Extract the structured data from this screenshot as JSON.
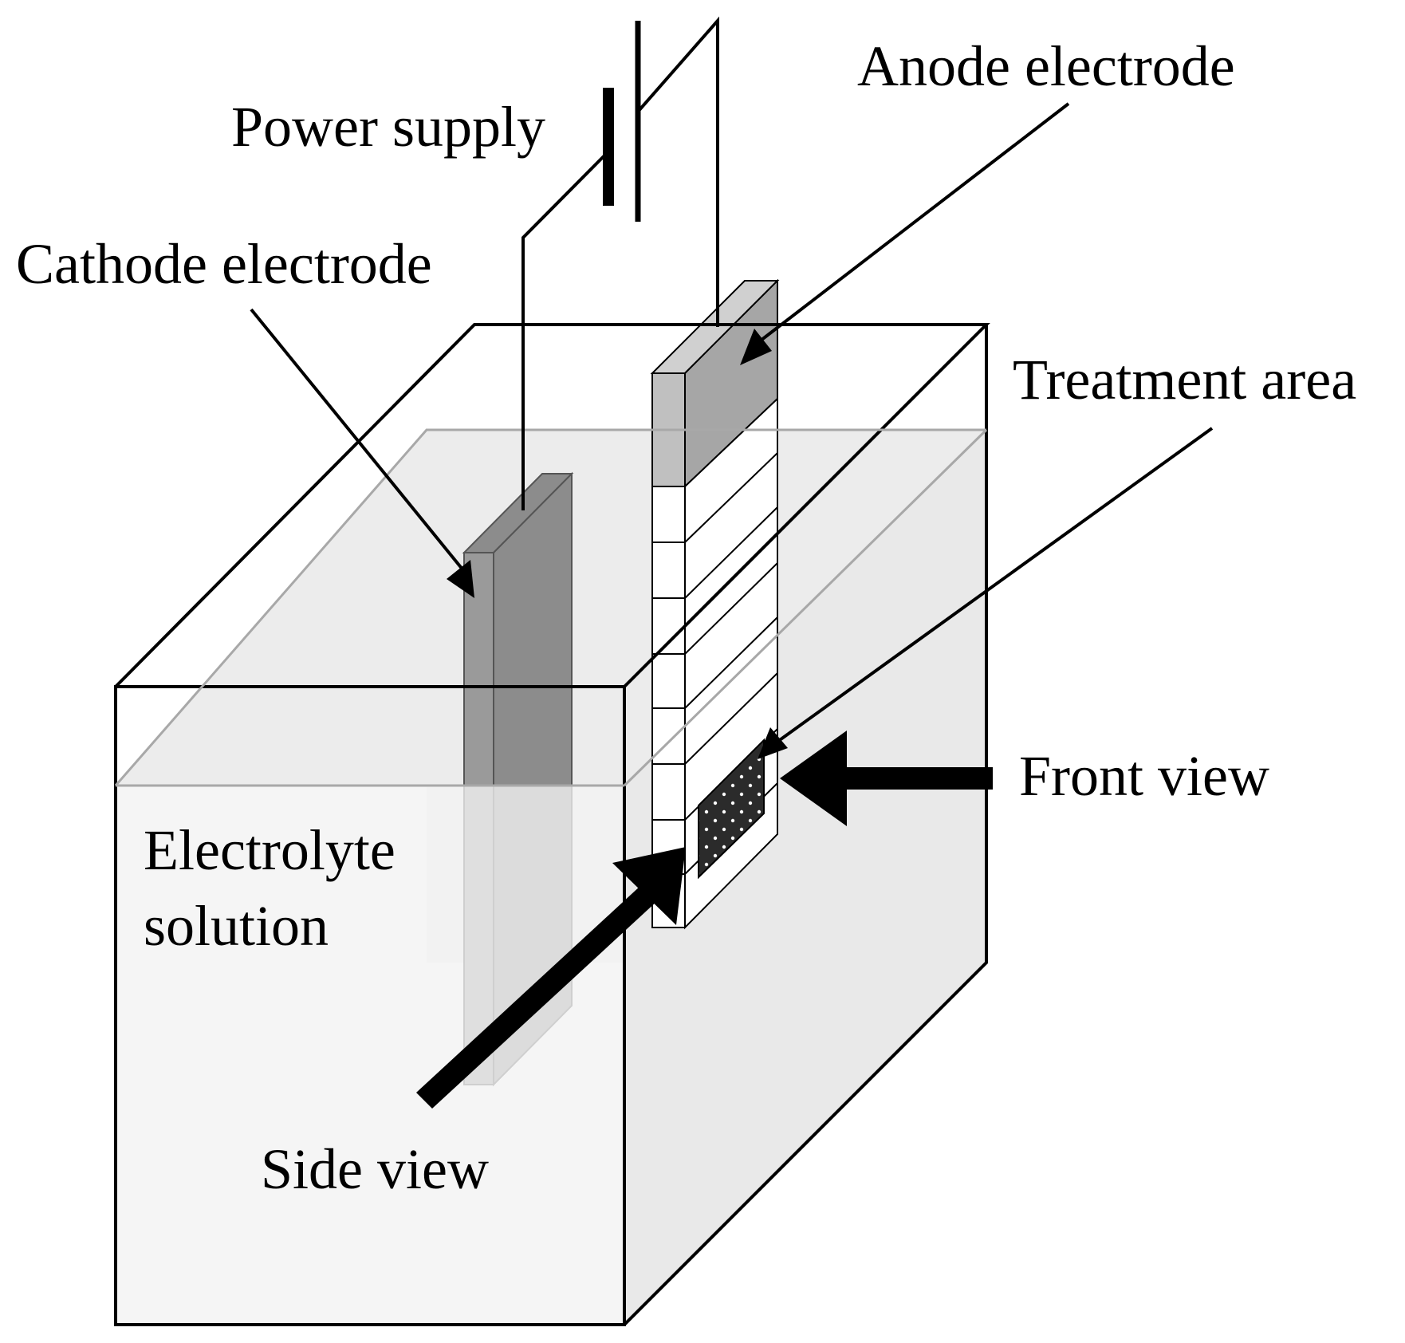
{
  "labels": {
    "power_supply": "Power supply",
    "anode_electrode": "Anode electrode",
    "cathode_electrode": "Cathode electrode",
    "treatment_area": "Treatment area",
    "front_view": "Front view",
    "electrolyte_line1": "Electrolyte",
    "electrolyte_line2": "solution",
    "side_view": "Side view"
  },
  "colors": {
    "line": "#000000",
    "electrolyte": "#f2f2f2",
    "cathode": "#8c8c8c",
    "anode_top": "#a6a6a6",
    "anode_front": "#c8c8c8",
    "treatment": "#2b2b2b"
  }
}
